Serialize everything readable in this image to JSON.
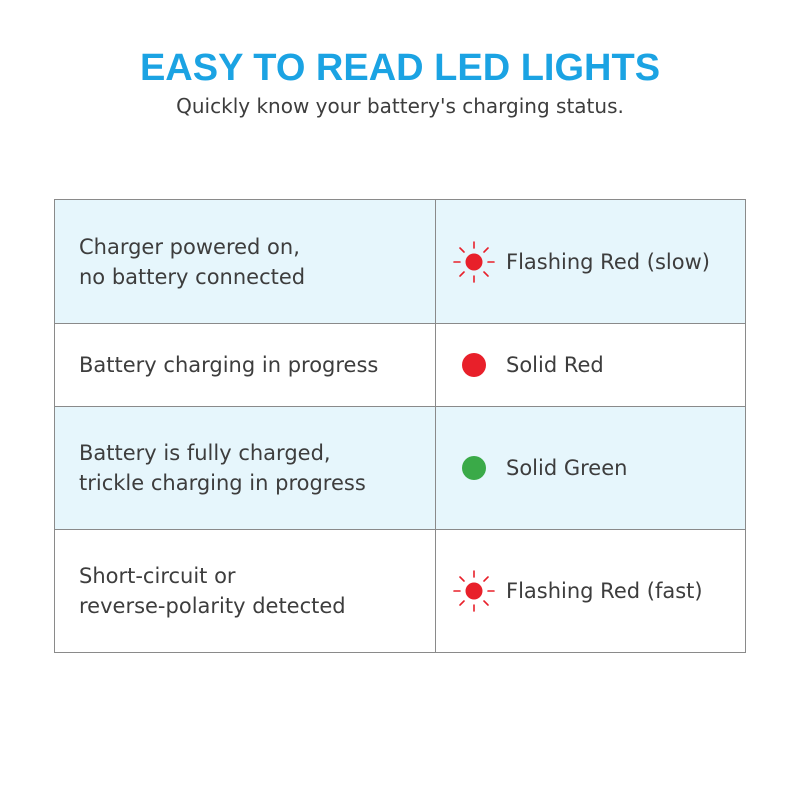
{
  "header": {
    "title": "EASY TO READ LED LIGHTS",
    "subtitle": "Quickly know your battery's charging status."
  },
  "colors": {
    "title": "#1ba3e3",
    "led_red": "#e8202a",
    "led_green": "#3aaa48",
    "row_shade": "#e6f6fc",
    "border": "#8a8a8a"
  },
  "rows": [
    {
      "desc_line1": "Charger powered on,",
      "desc_line2": "no battery connected",
      "status": "Flashing Red (slow)",
      "icon": "flashing-red-led-icon"
    },
    {
      "desc_line1": "Battery charging in progress",
      "desc_line2": "",
      "status": "Solid Red",
      "icon": "solid-red-led-icon"
    },
    {
      "desc_line1": "Battery is fully charged,",
      "desc_line2": "trickle charging in progress",
      "status": "Solid Green",
      "icon": "solid-green-led-icon"
    },
    {
      "desc_line1": "Short-circuit or",
      "desc_line2": "reverse-polarity detected",
      "status": "Flashing Red (fast)",
      "icon": "flashing-red-led-icon"
    }
  ]
}
